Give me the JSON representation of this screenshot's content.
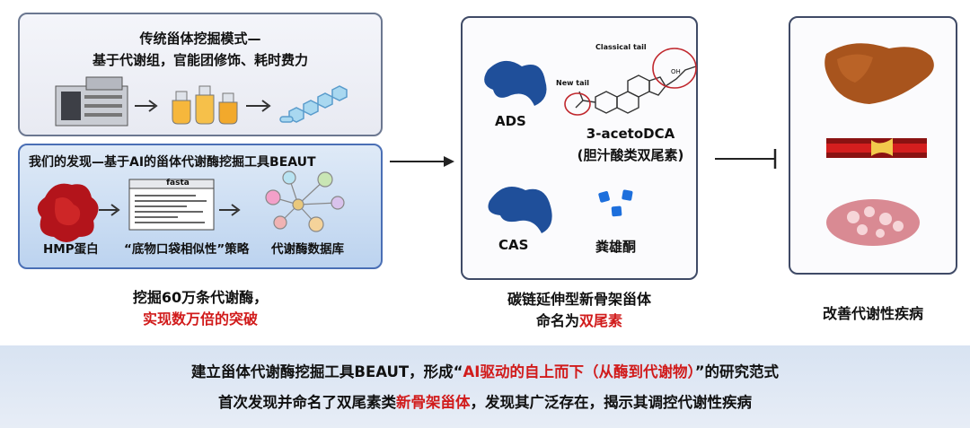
{
  "panel_old": {
    "title_line1": "传统甾体挖掘模式—",
    "title_line2": "基于代谢组，官能团修饰、耗时费力"
  },
  "panel_new": {
    "title": "我们的发现—基于AI的甾体代谢酶挖掘工具BEAUT",
    "fasta_label": "fasta",
    "label_hmp": "HMP蛋白",
    "label_strategy": "“底物口袋相似性”策略",
    "label_db": "代谢酶数据库"
  },
  "left_caption": {
    "line1": "挖掘60万条代谢酶，",
    "line2": "实现数万倍的突破"
  },
  "middle_panel": {
    "ads_label": "ADS",
    "cas_label": "CAS",
    "compound_name": "3-acetoDCA",
    "compound_cn": "(胆汁酸类双尾素)",
    "classical_tail": "Classical tail",
    "new_tail": "New tail",
    "oh_label": "OH",
    "ketone_label": "粪雄酮"
  },
  "middle_caption": {
    "line1": "碳链延伸型新骨架甾体",
    "line2_prefix": "命名为",
    "line2_red": "双尾素"
  },
  "right_caption": "改善代谢性疾病",
  "banner": {
    "l1_a": "建立甾体代谢酶挖掘工具BEAUT，形成“",
    "l1_red": "AI驱动的自上而下（从酶到代谢物）",
    "l1_b": "”的研究范式",
    "l2_a": "首次发现并命名了双尾素类",
    "l2_red": "新骨架甾体",
    "l2_b": "，发现其广泛存在，揭示其调控代谢性疾病"
  },
  "colors": {
    "accent_red": "#d11b1b",
    "enzyme_blue": "#1f4f9a",
    "panel_border": "#3f4a66"
  }
}
